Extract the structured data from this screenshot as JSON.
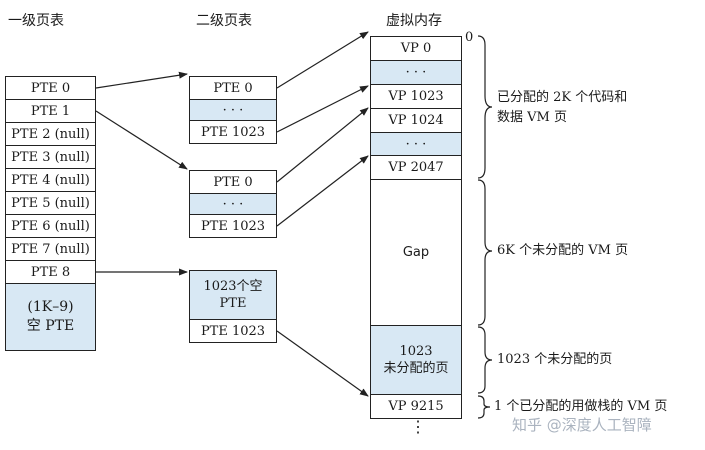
{
  "headers": {
    "level1": "一级页表",
    "level2": "二级页表",
    "vm": "虚拟内存"
  },
  "level1_table": [
    "PTE 0",
    "PTE 1",
    "PTE 2 (null)",
    "PTE 3 (null)",
    "PTE 4 (null)",
    "PTE 5 (null)",
    "PTE 6 (null)",
    "PTE 7 (null)",
    "PTE 8",
    "(1K–9)\n空 PTE"
  ],
  "level2_tables": [
    [
      "PTE 0",
      "· · ·",
      "PTE 1023"
    ],
    [
      "PTE 0",
      "· · ·",
      "PTE 1023"
    ],
    [
      "1023个空\nPTE",
      "PTE 1023"
    ]
  ],
  "vm_cells": [
    "VP 0",
    "· · ·",
    "VP 1023",
    "VP 1024",
    "· · ·",
    "VP 2047",
    "Gap",
    "1023\n未分配的页",
    "VP 9215"
  ],
  "vm_start": "0",
  "vm_continue": "⋮",
  "annotations": [
    "已分配的 2K 个代码和\n数据 VM 页",
    "6K 个未分配的 VM 页",
    "1023 个未分配的页",
    "1 个已分配的用做栈的 VM 页"
  ],
  "watermark": "知乎 @深度人工智障",
  "colors": {
    "shade": "#d8e8f4",
    "line": "#222222"
  }
}
